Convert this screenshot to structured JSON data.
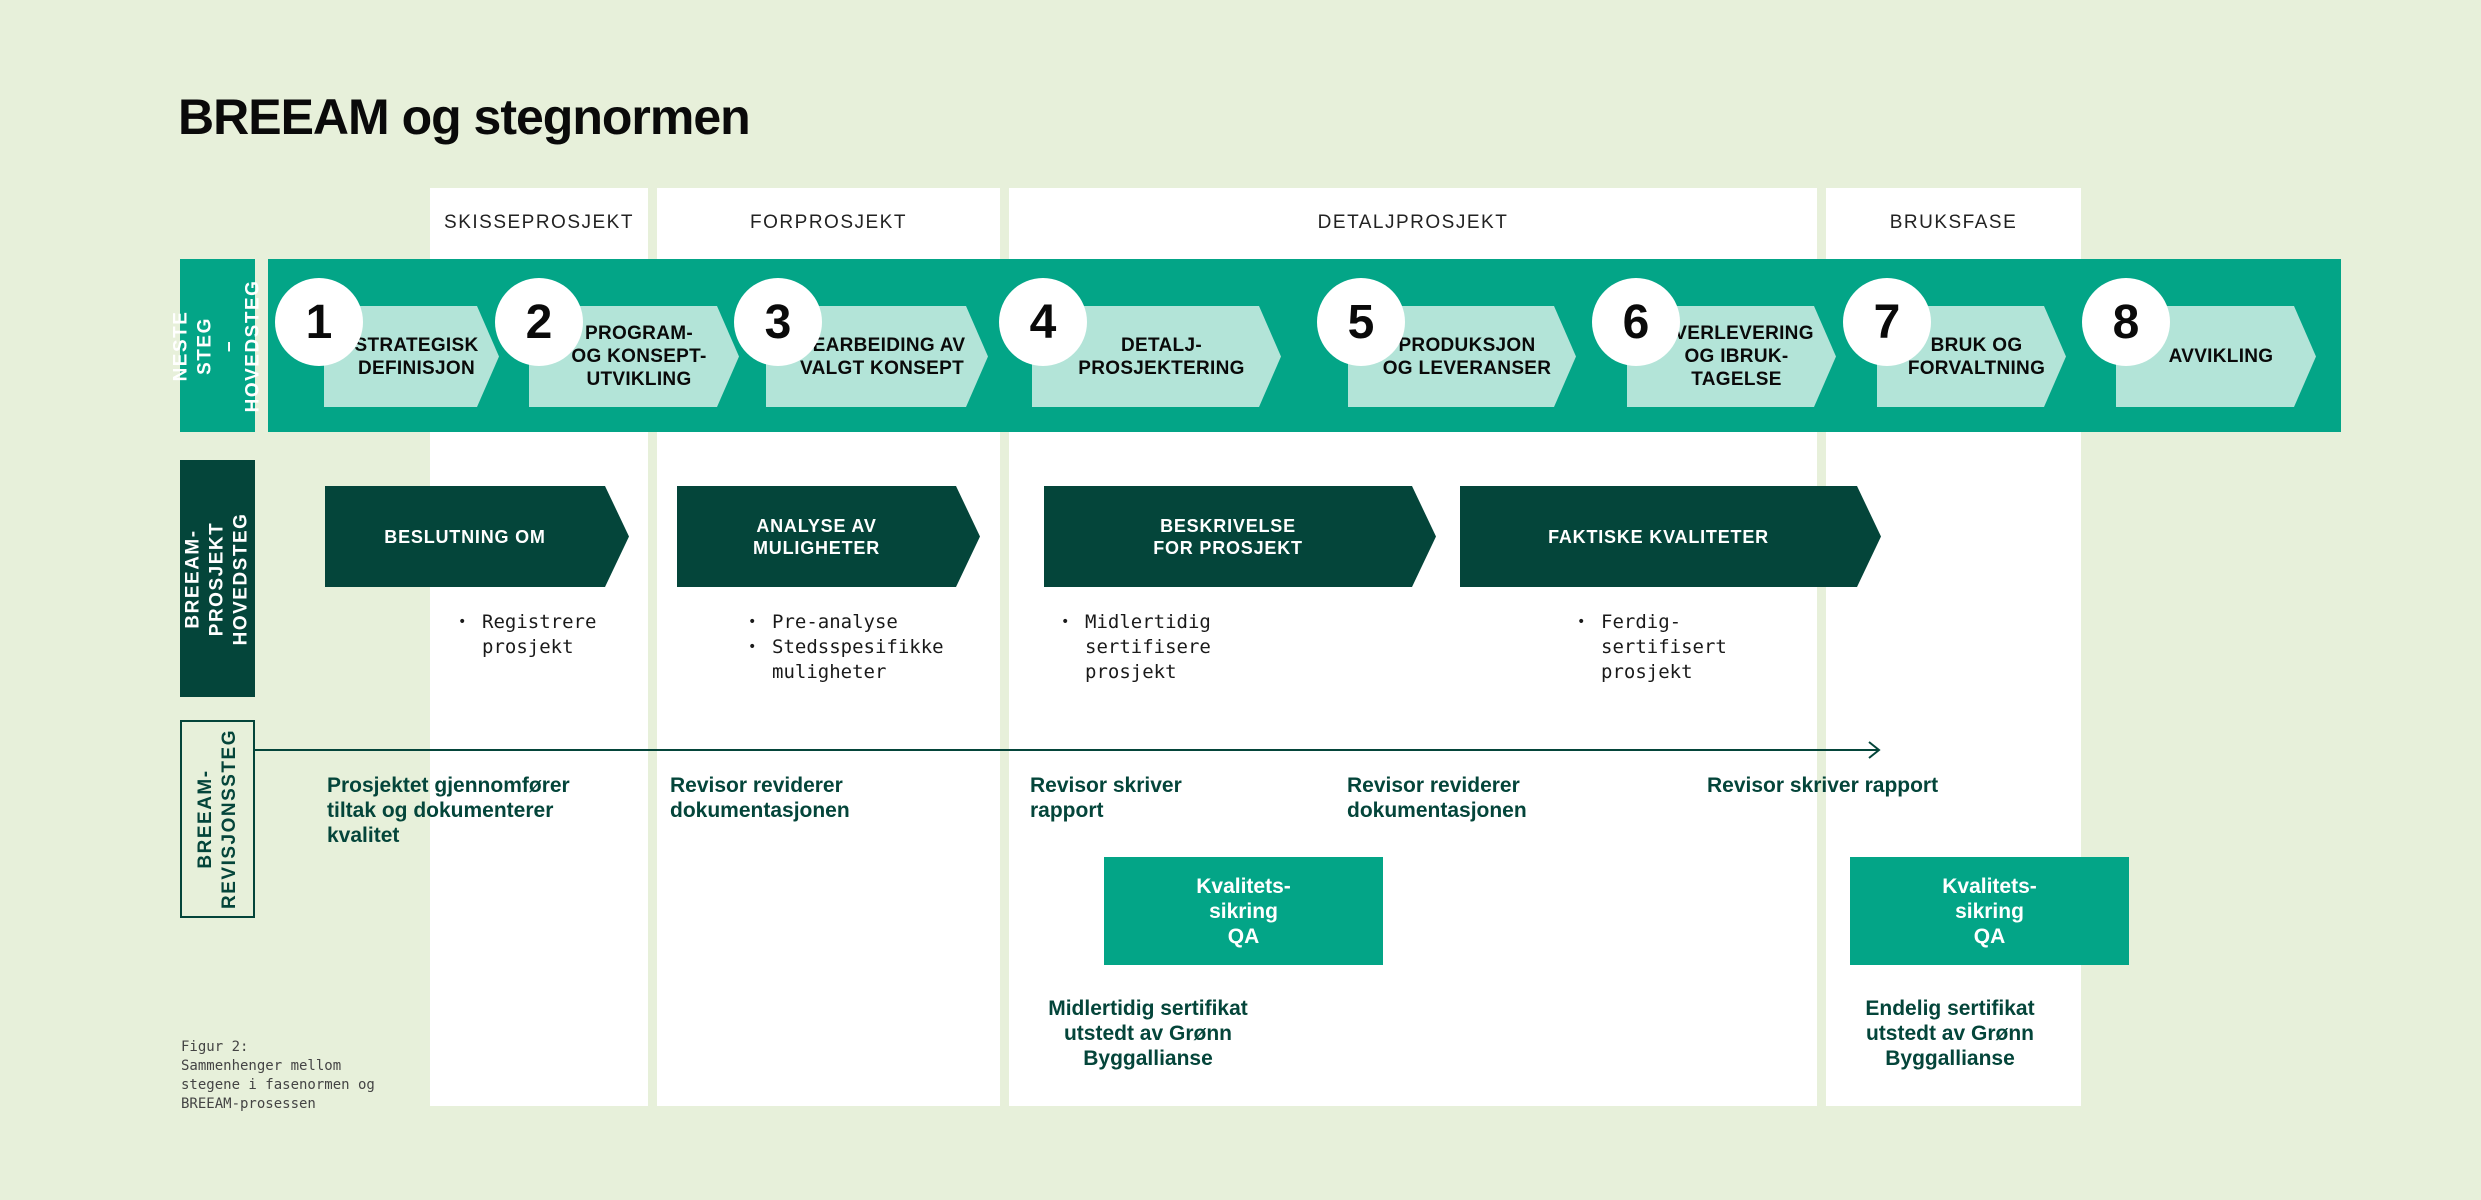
{
  "title": "BREEAM og stegnormen",
  "phases": [
    "SKISSEPROSJEKT",
    "FORPROSJEKT",
    "DETALJPROSJEKT",
    "BRUKSFASE"
  ],
  "row_labels": {
    "main": "NESTE STEG\n– HOVEDSTEG",
    "breeam": "BREEAM-PROSJEKT\nHOVEDSTEG",
    "revision": "BREEAM-\nREVISJONSSTEG"
  },
  "steps": [
    {
      "num": "1",
      "label": "STRATEGISK\nDEFINISJON"
    },
    {
      "num": "2",
      "label": "PROGRAM-\nOG KONSEPT-\nUTVIKLING"
    },
    {
      "num": "3",
      "label": "BEARBEIDING AV\nVALGT KONSEPT"
    },
    {
      "num": "4",
      "label": "DETALJ-\nPROSJEKTERING"
    },
    {
      "num": "5",
      "label": "PRODUKSJON\nOG LEVERANSER"
    },
    {
      "num": "6",
      "label": "OVERLEVERING\nOG IBRUK-\nTAGELSE"
    },
    {
      "num": "7",
      "label": "BRUK OG\nFORVALTNING"
    },
    {
      "num": "8",
      "label": "AVVIKLING"
    }
  ],
  "breeam_steps": [
    {
      "label": "BESLUTNING OM",
      "bullets": [
        "Registrere\nprosjekt"
      ]
    },
    {
      "label": "ANALYSE AV\nMULIGHETER",
      "bullets": [
        "Pre-analyse",
        "Stedsspesifikke\nmuligheter"
      ]
    },
    {
      "label": "BESKRIVELSE\nFOR PROSJEKT",
      "bullets": [
        "Midlertidig\nsertifisere\nprosjekt"
      ]
    },
    {
      "label": "FAKTISKE KVALITETER",
      "bullets": [
        "Ferdig-\nsertifisert\nprosjekt"
      ]
    }
  ],
  "revision_steps": [
    "Prosjektet gjennomfører\ntiltak og dokumenterer\nkvalitet",
    "Revisor reviderer\ndokumentasjonen",
    "Revisor skriver\nrapport",
    "Revisor reviderer\ndokumentasjonen",
    "Revisor skriver rapport"
  ],
  "qa": [
    {
      "label": "Kvalitets-\nsikring\nQA",
      "certificate": "Midlertidig sertifikat\nutstedt av Grønn\nByggallianse"
    },
    {
      "label": "Kvalitets-\nsikring\nQA",
      "certificate": "Endelig sertifikat\nutstedt av Grønn\nByggallianse"
    }
  ],
  "caption": "Figur 2:\nSammenhenger mellom\nstegene i fasenormen og\nBREEAM-prosessen",
  "colors": {
    "background": "#e7f0da",
    "teal": "#03a587",
    "light_teal": "#b3e4d8",
    "dark_green": "#04453a"
  }
}
